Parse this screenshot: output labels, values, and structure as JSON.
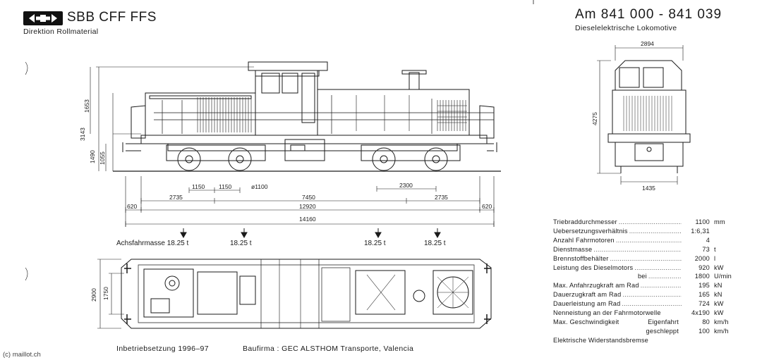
{
  "header": {
    "logo_text": "SBB CFF FFS",
    "department": "Direktion Rollmaterial",
    "title": "Am 841 000 - 841 039",
    "subtitle": "Dieselelektrische Lokomotive"
  },
  "dimensions": {
    "height_cab": "1653",
    "height_total": "3143",
    "height_frame": "1490",
    "height_buffer": "1055",
    "bogie_axle_spacing": "1150",
    "bogie_axle_spacing_2": "1150",
    "wheel_diameter": "ø1100",
    "bogie_axle_spacing_right": "2300",
    "overhang_left": "2735",
    "bogie_centers": "7450",
    "overhang_right": "2735",
    "buffer_left": "620",
    "length_frame": "12920",
    "buffer_right": "620",
    "length_total": "14160",
    "front_width": "2894",
    "front_height": "4275",
    "track_gauge": "1435",
    "plan_width": "2900",
    "plan_inner_width": "1750"
  },
  "axle_loads": {
    "label": "Achsfahrmasse",
    "loads": [
      "18.25 t",
      "18.25 t",
      "18.25 t",
      "18.25 t"
    ]
  },
  "specs": [
    {
      "label": "Triebraddurchmesser",
      "value": "1100",
      "unit": "mm"
    },
    {
      "label": "Uebersetzungsverhältnis",
      "value": "1:6,31",
      "unit": ""
    },
    {
      "label": "Anzahl Fahrmotoren",
      "value": "4",
      "unit": ""
    },
    {
      "label": "Dienstmasse",
      "value": "73",
      "unit": "t"
    },
    {
      "label": "Brennstoffbehälter",
      "value": "2000",
      "unit": "l"
    },
    {
      "label": "Leistung des Dieselmotors",
      "value": "920",
      "unit": "kW"
    },
    {
      "label": "bei",
      "value": "1800",
      "unit": "U/min",
      "indent": true
    },
    {
      "label": "Max. Anfahrzugkraft am Rad",
      "value": "195",
      "unit": "kN"
    },
    {
      "label": "Dauerzugkraft am Rad",
      "value": "165",
      "unit": "kN"
    },
    {
      "label": "Dauerleistung am Rad",
      "value": "724",
      "unit": "kW"
    },
    {
      "label": "Nenneistung an der Fahrmotorwelle",
      "value": "4x190",
      "unit": "kW",
      "nodots": true
    },
    {
      "label": "Max. Geschwindigkeit",
      "sub": "Eigenfahrt",
      "value": "80",
      "unit": "km/h"
    },
    {
      "label": "",
      "sub": "geschleppt",
      "value": "100",
      "unit": "km/h"
    }
  ],
  "spec_note": "Elektrische Widerstandsbremse",
  "footer": {
    "commissioning": "Inbetriebsetzung 1996–97",
    "manufacturer": "Baufirma : GEC ALSTHOM Transporte, Valencia",
    "copyright": "(c) maillot.ch"
  }
}
